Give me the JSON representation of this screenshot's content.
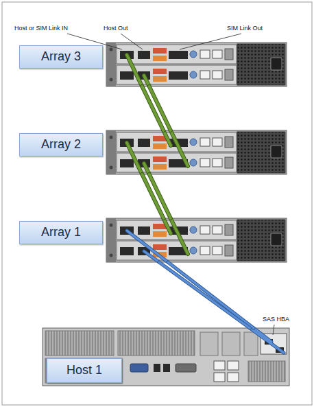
{
  "diagram": {
    "nodes": [
      {
        "text": [
          "Array 3"
        ]
      },
      {
        "text": [
          "Array 2"
        ]
      },
      {
        "text": [
          "Array 1"
        ]
      },
      {
        "text": [
          "Host 1"
        ]
      }
    ],
    "edges": [
      {
        "from": 0,
        "to": 1,
        "arrow": "none"
      },
      {
        "from": 0,
        "to": 1,
        "arrow": "none"
      },
      {
        "from": 1,
        "to": 2,
        "arrow": "none"
      },
      {
        "from": 1,
        "to": 2,
        "arrow": "none"
      },
      {
        "from": 2,
        "to": 3,
        "arrow": "none"
      },
      {
        "from": 2,
        "to": 3,
        "arrow": "none"
      }
    ],
    "labels": [
      "Host or SIM Link IN",
      "Host Out",
      "SIM Link Out",
      "SAS HBA"
    ]
  }
}
